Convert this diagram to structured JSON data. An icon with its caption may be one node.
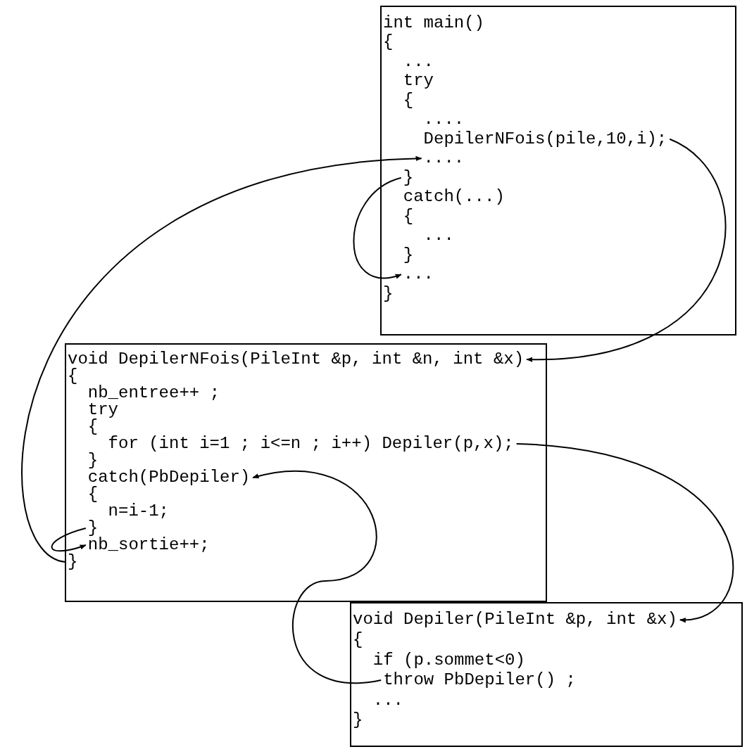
{
  "diagram": {
    "nodes": [
      {
        "text": [],
        "shape": "box"
      },
      {
        "text": [
          "int main()"
        ],
        "in": 0
      },
      {
        "text": [
          "{"
        ],
        "in": 0
      },
      {
        "text": [
          "..."
        ],
        "in": 0
      },
      {
        "text": [
          "try"
        ],
        "in": 0
      },
      {
        "text": [
          "{"
        ],
        "in": 0
      },
      {
        "text": [
          "...."
        ],
        "in": 0
      },
      {
        "text": [
          "DepilerNFois(pile,10,i);"
        ],
        "in": 0
      },
      {
        "text": [
          "...."
        ],
        "in": 0
      },
      {
        "text": [
          "}"
        ],
        "in": 0
      },
      {
        "text": [
          "catch(...)"
        ],
        "in": 0
      },
      {
        "text": [
          "{"
        ],
        "in": 0
      },
      {
        "text": [
          "..."
        ],
        "in": 0
      },
      {
        "text": [
          "}"
        ],
        "in": 0
      },
      {
        "text": [
          "..."
        ],
        "in": 0
      },
      {
        "text": [
          "}"
        ],
        "in": 0
      },
      {
        "text": [],
        "shape": "box"
      },
      {
        "text": [
          "void DepilerNFois(PileInt &p, int &n, int &x)"
        ],
        "in": 16
      },
      {
        "text": [
          "{"
        ],
        "in": 16
      },
      {
        "text": [
          "nb_entree++ ;"
        ],
        "in": 16
      },
      {
        "text": [
          "try"
        ],
        "in": 16
      },
      {
        "text": [
          "{"
        ],
        "in": 16
      },
      {
        "text": [
          "for (int i=1 ; i<=n ; i++) Depiler(p,x);"
        ],
        "in": 16
      },
      {
        "text": [
          "}"
        ],
        "in": 16
      },
      {
        "text": [
          "catch(PbDepiler)"
        ],
        "in": 16
      },
      {
        "text": [
          "{"
        ],
        "in": 16
      },
      {
        "text": [
          "n=i-1;"
        ],
        "in": 16
      },
      {
        "text": [
          "}"
        ],
        "in": 16
      },
      {
        "text": [
          "nb_sortie++;"
        ],
        "in": 16
      },
      {
        "text": [
          "}"
        ],
        "in": 16
      },
      {
        "text": [],
        "shape": "box"
      },
      {
        "text": [
          "void Depiler(PileInt &p, int &x)"
        ],
        "in": 30
      },
      {
        "text": [
          "{"
        ],
        "in": 30
      },
      {
        "text": [
          "if (p.sommet<0)"
        ],
        "in": 30
      },
      {
        "text": [
          "throw PbDepiler() ;"
        ],
        "in": 30
      },
      {
        "text": [
          "..."
        ],
        "in": 30
      },
      {
        "text": [
          "}"
        ],
        "in": 30
      }
    ],
    "edges": [
      {
        "from": 7,
        "to": 17,
        "arrow": "to"
      },
      {
        "from": 22,
        "to": 31,
        "arrow": "to"
      },
      {
        "from": 34,
        "to": 24,
        "arrow": "to"
      },
      {
        "from": 29,
        "to": 8,
        "arrow": "to"
      },
      {
        "from": 9,
        "to": 14,
        "arrow": "to"
      },
      {
        "from": 27,
        "to": 28,
        "arrow": "to"
      }
    ]
  }
}
